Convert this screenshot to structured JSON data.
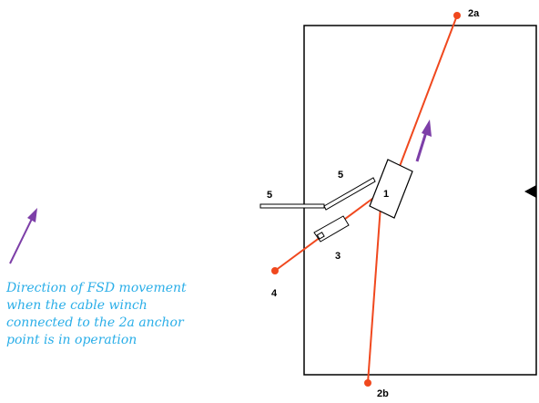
{
  "labels": {
    "anchor_top": "2a",
    "anchor_bottom": "2b",
    "anchor_left": "4",
    "device": "1",
    "component_3": "3",
    "plate_left": "5",
    "plate_right": "5"
  },
  "caption": "Direction of FSD movement when the cable winch connected to the 2a anchor point is in operation",
  "colors": {
    "cable": "#f0481e",
    "anchor": "#f0481e",
    "arrow": "#7d3fa8",
    "caption": "#2aaee8",
    "outline": "#000000"
  }
}
